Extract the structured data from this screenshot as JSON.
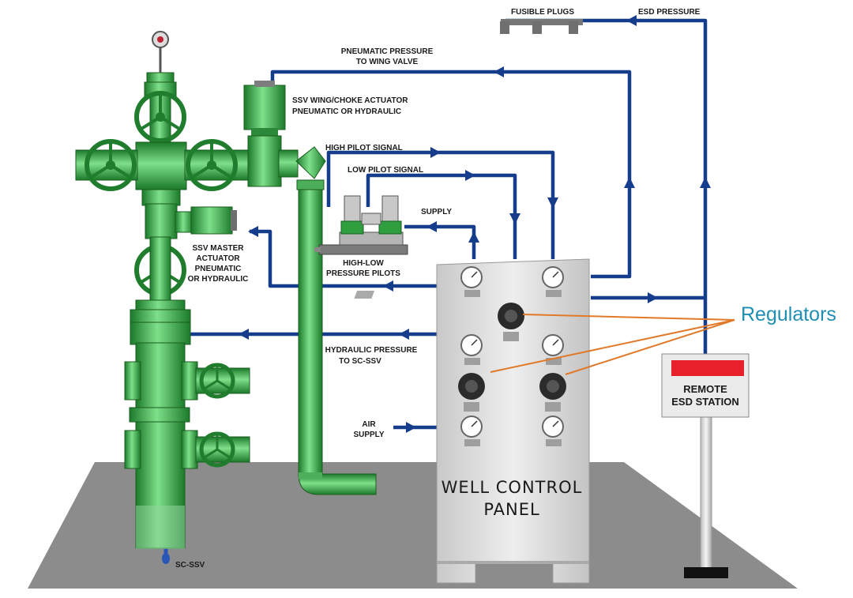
{
  "labels": {
    "fusible_plugs": "FUSIBLE PLUGS",
    "esd_pressure": "ESD PRESSURE",
    "pneumatic_wing_1": "PNEUMATIC PRESSURE",
    "pneumatic_wing_2": "TO WING VALVE",
    "ssv_wing_1": "SSV WING/CHOKE ACTUATOR",
    "ssv_wing_2": "PNEUMATIC OR HYDRAULIC",
    "high_pilot": "HIGH PILOT SIGNAL",
    "low_pilot": "LOW PILOT SIGNAL",
    "supply": "SUPPLY",
    "high_low_1": "HIGH-LOW",
    "high_low_2": "PRESSURE PILOTS",
    "ssv_master_1": "SSV MASTER",
    "ssv_master_2": "ACTUATOR",
    "ssv_master_3": "PNEUMATIC",
    "ssv_master_4": "OR HYDRAULIC",
    "hydraulic_1": "HYDRAULIC PRESSURE",
    "hydraulic_2": "TO SC-SSV",
    "air_1": "AIR",
    "air_2": "SUPPLY",
    "sc_ssv": "SC-SSV",
    "panel_1": "WELL CONTROL",
    "panel_2": "PANEL",
    "remote_1": "REMOTE",
    "remote_2": "ESD STATION",
    "regulators": "Regulators"
  },
  "colors": {
    "line": "#163d8c",
    "pipe_green": "#2e9e3e",
    "ground": "#8a8a8a",
    "panel": "#d9d9d9",
    "esd_red": "#e8202a",
    "regulator_lines": "#e07a2a",
    "regulator_text": "#1e8fb3"
  }
}
